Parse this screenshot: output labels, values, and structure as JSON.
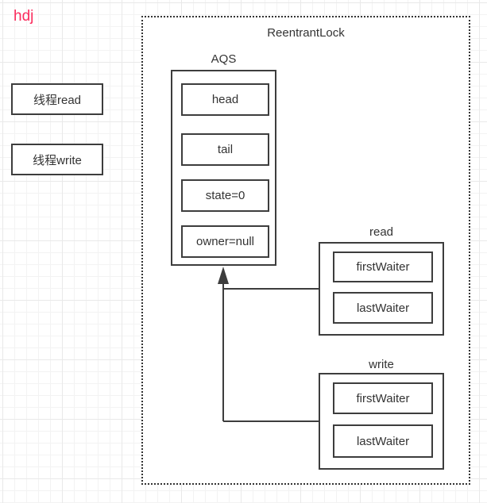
{
  "watermark": "hdj",
  "colors": {
    "watermark": "#fb2d5e",
    "stroke": "#3d3d3d",
    "text": "#333333"
  },
  "threads": {
    "read_label": "线程read",
    "write_label": "线程write"
  },
  "lock": {
    "title": "ReentrantLock",
    "aqs": {
      "label": "AQS",
      "fields": [
        "head",
        "tail",
        "state=0",
        "owner=null"
      ]
    },
    "read_queue": {
      "label": "read",
      "fields": [
        "firstWaiter",
        "lastWaiter"
      ]
    },
    "write_queue": {
      "label": "write",
      "fields": [
        "firstWaiter",
        "lastWaiter"
      ]
    }
  }
}
